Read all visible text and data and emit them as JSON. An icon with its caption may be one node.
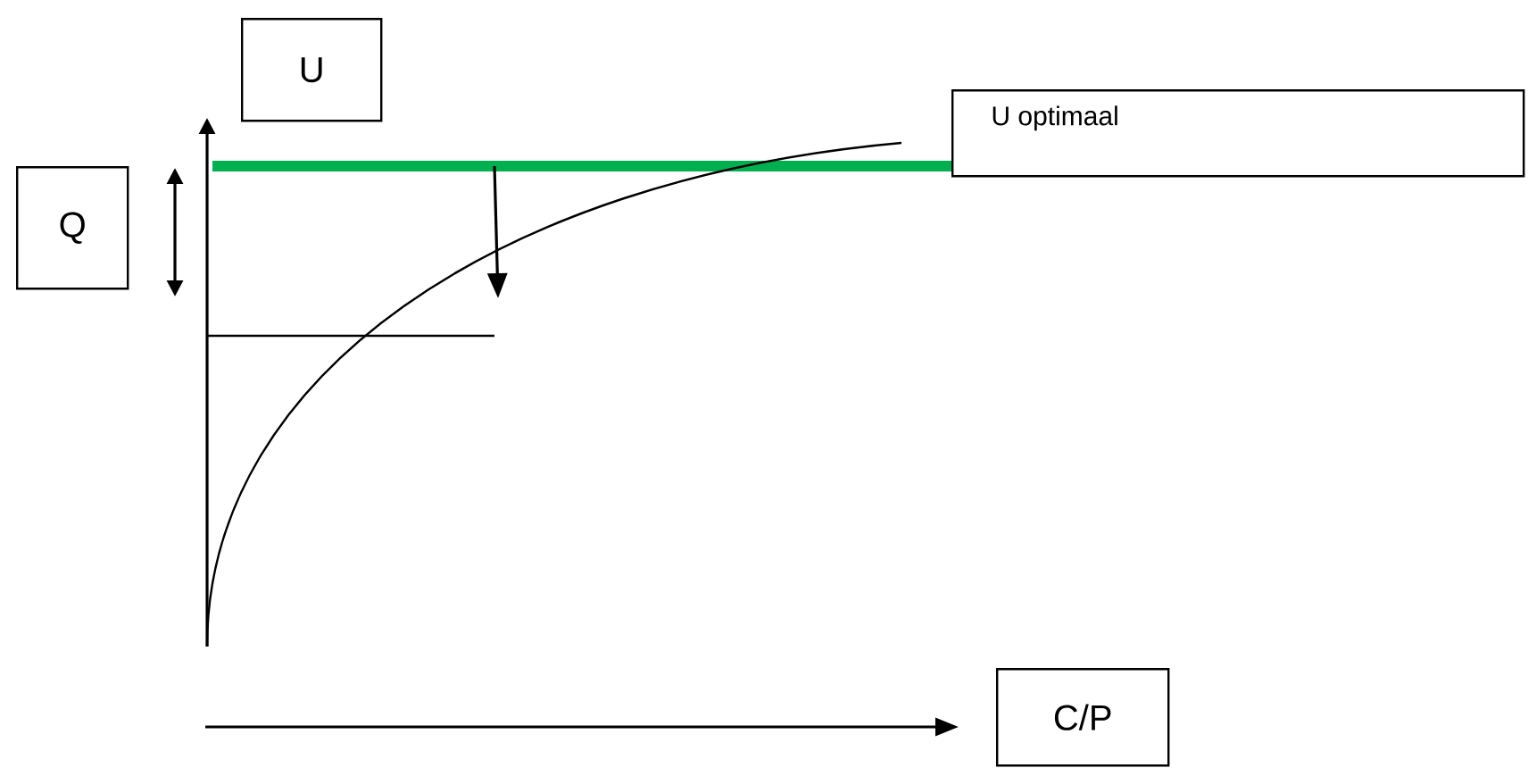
{
  "diagram": {
    "nodes": [
      {
        "text": [
          "U"
        ]
      },
      {
        "text": [
          "Q"
        ]
      },
      {
        "text": [
          "U optimaal"
        ]
      },
      {
        "text": [
          "C/P"
        ]
      }
    ]
  }
}
